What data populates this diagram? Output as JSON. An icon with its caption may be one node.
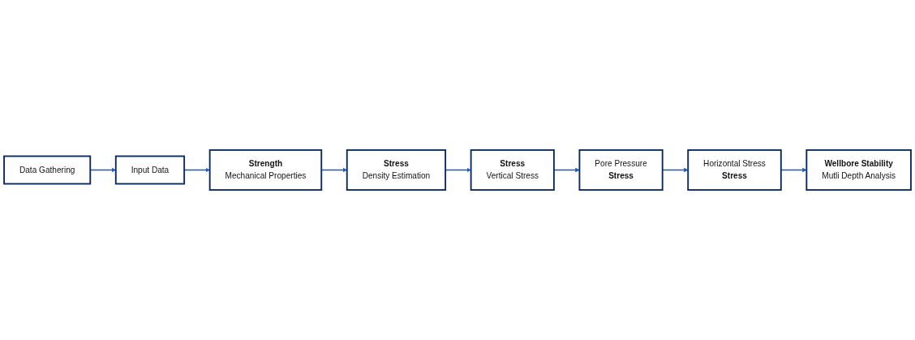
{
  "diagram": {
    "nodes": [
      {
        "text": [
          "Data Gathering"
        ]
      },
      {
        "text": [
          "Input Data"
        ]
      },
      {
        "text": [
          "Strength",
          "Mechanical Properties"
        ]
      },
      {
        "text": [
          "Stress",
          "Density Estimation"
        ]
      },
      {
        "text": [
          "Stress",
          "Vertical Stress"
        ]
      },
      {
        "text": [
          "Pore Pressure",
          "Stress"
        ]
      },
      {
        "text": [
          "Horizontal Stress",
          "Stress"
        ]
      },
      {
        "text": [
          "Wellbore Stability",
          "Mutli Depth Analysis"
        ]
      }
    ],
    "edges": [
      {
        "from": 0,
        "to": 1,
        "arrow": "to"
      },
      {
        "from": 1,
        "to": 2,
        "arrow": "to"
      },
      {
        "from": 2,
        "to": 3,
        "arrow": "to"
      },
      {
        "from": 3,
        "to": 4,
        "arrow": "to"
      },
      {
        "from": 4,
        "to": 5,
        "arrow": "to"
      },
      {
        "from": 5,
        "to": 6,
        "arrow": "to"
      },
      {
        "from": 6,
        "to": 7,
        "arrow": "to"
      }
    ]
  }
}
